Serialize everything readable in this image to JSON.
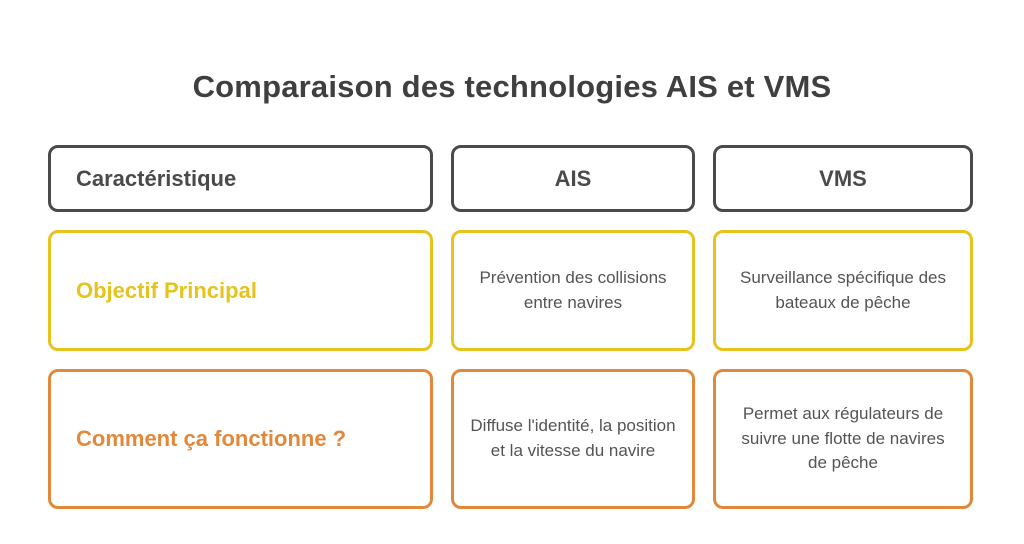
{
  "title": "Comparaison des technologies AIS et VMS",
  "colors": {
    "header_border": "#4a4a4a",
    "row1_accent": "#e6c31e",
    "row2_accent": "#e2883b",
    "title_text": "#3f3f3f",
    "body_text": "#545454",
    "background": "#ffffff"
  },
  "table": {
    "header": {
      "feature": "Caractéristique",
      "ais": "AIS",
      "vms": "VMS"
    },
    "rows": [
      {
        "label": "Objectif Principal",
        "ais": "Prévention des collisions entre navires",
        "vms": "Surveillance spécifique des bateaux de pêche",
        "accent": "#e6c31e"
      },
      {
        "label": "Comment ça fonctionne ?",
        "ais": "Diffuse l'identité, la position et la vitesse du navire",
        "vms": "Permet aux régulateurs de suivre une flotte de navires de pêche",
        "accent": "#e2883b"
      }
    ]
  }
}
